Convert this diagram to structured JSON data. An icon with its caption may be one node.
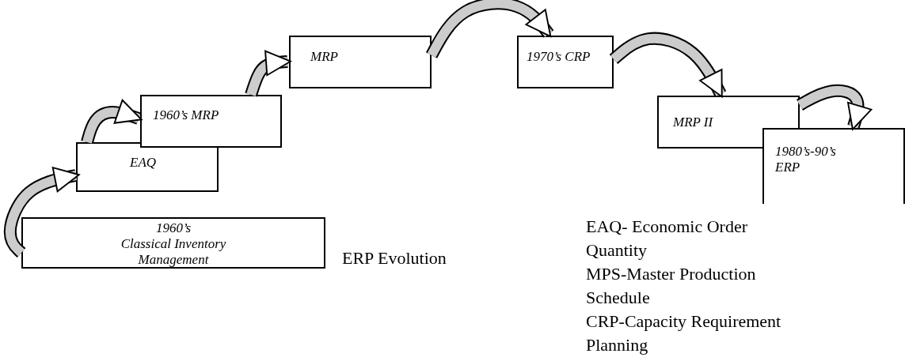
{
  "diagram": {
    "nodes": [
      {
        "text": [
          "1960’s",
          "Classical Inventory Management"
        ]
      },
      {
        "text": [
          "EAQ"
        ]
      },
      {
        "text": [
          "1960’s MRP"
        ]
      },
      {
        "text": [
          "MRP"
        ]
      },
      {
        "text": [
          "1970’s CRP"
        ]
      },
      {
        "text": [
          "MRP II"
        ]
      },
      {
        "text": [
          "1980’s-90’s ERP"
        ]
      }
    ],
    "edges": [
      {
        "from": 0,
        "to": 1,
        "arrow": "to"
      },
      {
        "from": 1,
        "to": 2,
        "arrow": "to"
      },
      {
        "from": 2,
        "to": 3,
        "arrow": "to"
      },
      {
        "from": 3,
        "to": 4,
        "arrow": "to"
      },
      {
        "from": 4,
        "to": 5,
        "arrow": "to"
      },
      {
        "from": 5,
        "to": 6,
        "arrow": "to"
      }
    ],
    "labels": [
      "ERP Evolution",
      "EAQ- Economic Order Quantity",
      "MPS-Master Production Schedule",
      "CRP-Capacity Requirement Planning"
    ]
  }
}
